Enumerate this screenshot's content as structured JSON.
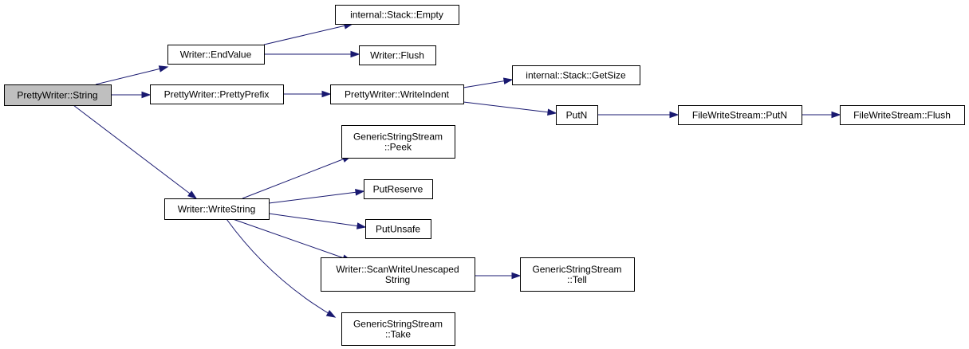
{
  "colors": {
    "edge": "#191970",
    "node_border": "#000000",
    "node_fill": "#ffffff",
    "root_fill": "#bfbfbf"
  },
  "nodes": [
    {
      "id": "pretty-writer-string",
      "lines": [
        "PrettyWriter::String"
      ],
      "root": true
    },
    {
      "id": "writer-end-value",
      "lines": [
        "Writer::EndValue"
      ]
    },
    {
      "id": "internal-stack-empty",
      "lines": [
        "internal::Stack::Empty"
      ]
    },
    {
      "id": "writer-flush",
      "lines": [
        "Writer::Flush"
      ]
    },
    {
      "id": "pretty-writer-pretty-prefix",
      "lines": [
        "PrettyWriter::PrettyPrefix"
      ]
    },
    {
      "id": "pretty-writer-write-indent",
      "lines": [
        "PrettyWriter::WriteIndent"
      ]
    },
    {
      "id": "internal-stack-get-size",
      "lines": [
        "internal::Stack::GetSize"
      ]
    },
    {
      "id": "put-n",
      "lines": [
        "PutN"
      ]
    },
    {
      "id": "file-write-stream-put-n",
      "lines": [
        "FileWriteStream::PutN"
      ]
    },
    {
      "id": "file-write-stream-flush",
      "lines": [
        "FileWriteStream::Flush"
      ]
    },
    {
      "id": "generic-string-stream-peek",
      "lines": [
        "GenericStringStream",
        "::Peek"
      ]
    },
    {
      "id": "writer-write-string",
      "lines": [
        "Writer::WriteString"
      ]
    },
    {
      "id": "put-reserve",
      "lines": [
        "PutReserve"
      ]
    },
    {
      "id": "put-unsafe",
      "lines": [
        "PutUnsafe"
      ]
    },
    {
      "id": "writer-scan-write-unescaped-string",
      "lines": [
        "Writer::ScanWriteUnescaped",
        "String"
      ]
    },
    {
      "id": "generic-string-stream-tell",
      "lines": [
        "GenericStringStream",
        "::Tell"
      ]
    },
    {
      "id": "generic-string-stream-take",
      "lines": [
        "GenericStringStream",
        "::Take"
      ]
    }
  ],
  "edges": [
    {
      "from": "pretty-writer-string",
      "to": "writer-end-value"
    },
    {
      "from": "pretty-writer-string",
      "to": "pretty-writer-pretty-prefix"
    },
    {
      "from": "pretty-writer-string",
      "to": "writer-write-string"
    },
    {
      "from": "writer-end-value",
      "to": "internal-stack-empty"
    },
    {
      "from": "writer-end-value",
      "to": "writer-flush"
    },
    {
      "from": "pretty-writer-pretty-prefix",
      "to": "pretty-writer-write-indent"
    },
    {
      "from": "pretty-writer-write-indent",
      "to": "internal-stack-get-size"
    },
    {
      "from": "pretty-writer-write-indent",
      "to": "put-n"
    },
    {
      "from": "put-n",
      "to": "file-write-stream-put-n"
    },
    {
      "from": "file-write-stream-put-n",
      "to": "file-write-stream-flush"
    },
    {
      "from": "writer-write-string",
      "to": "generic-string-stream-peek"
    },
    {
      "from": "writer-write-string",
      "to": "put-reserve"
    },
    {
      "from": "writer-write-string",
      "to": "put-unsafe"
    },
    {
      "from": "writer-write-string",
      "to": "writer-scan-write-unescaped-string"
    },
    {
      "from": "writer-write-string",
      "to": "generic-string-stream-take"
    },
    {
      "from": "writer-scan-write-unescaped-string",
      "to": "generic-string-stream-tell"
    }
  ]
}
